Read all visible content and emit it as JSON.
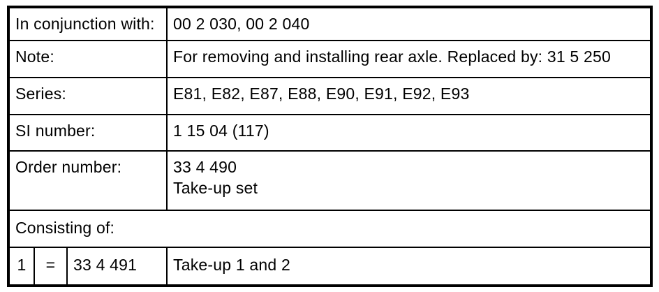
{
  "table": {
    "rows": {
      "in_conjunction": {
        "label": "In conjunction with:",
        "value": "00 2 030, 00 2 040"
      },
      "note": {
        "label": "Note:",
        "value": "For removing and installing rear axle. Replaced by: 31 5 250"
      },
      "series": {
        "label": "Series:",
        "value": "E81, E82, E87, E88, E90, E91, E92, E93"
      },
      "si_number": {
        "label": "SI number:",
        "value": "1 15 04 (117)"
      },
      "order_number": {
        "label": "Order number:",
        "value_line1": "33 4 490",
        "value_line2": "Take-up set"
      },
      "consisting_of": {
        "label": "Consisting of:"
      },
      "component_1": {
        "position": "1",
        "equals_sign": "=",
        "part_number": "33 4 491",
        "description": "Take-up 1 and 2"
      }
    }
  }
}
